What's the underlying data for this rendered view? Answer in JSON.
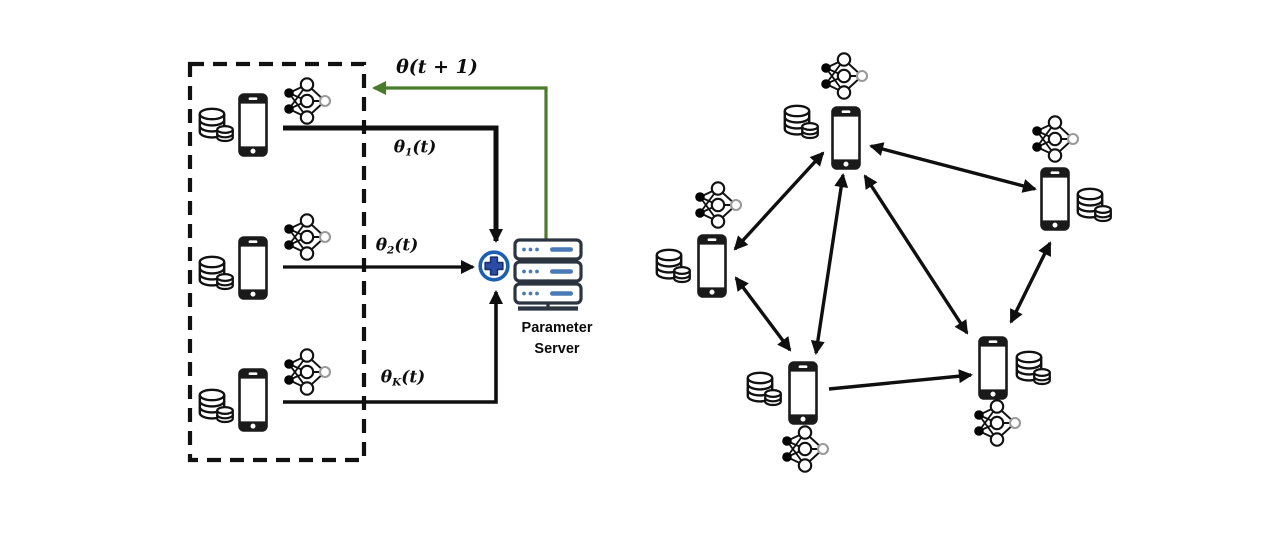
{
  "left_panel": {
    "type": "centralized-federated-learning",
    "boundary": "dashed box around client devices",
    "feedback_label": "θ(t + 1)",
    "clients": [
      {
        "id": "client-1",
        "theta": "θ",
        "sub": "1",
        "args": "(t)"
      },
      {
        "id": "client-2",
        "theta": "θ",
        "sub": "2",
        "args": "(t)"
      },
      {
        "id": "client-K",
        "theta": "θ",
        "sub": "K",
        "args": "(t)"
      }
    ],
    "server_label": {
      "line1": "Parameter",
      "line2": "Server"
    },
    "aggregator": "plus-sum"
  },
  "right_panel": {
    "type": "decentralized-peer-to-peer",
    "nodes": [
      {
        "id": "top"
      },
      {
        "id": "right"
      },
      {
        "id": "left"
      },
      {
        "id": "bottom-left"
      },
      {
        "id": "bottom-right"
      }
    ],
    "edges": [
      {
        "from": "left",
        "to": "top",
        "bidirectional": true
      },
      {
        "from": "top",
        "to": "right",
        "bidirectional": true
      },
      {
        "from": "top",
        "to": "bottom-left",
        "bidirectional": true
      },
      {
        "from": "top",
        "to": "bottom-right",
        "bidirectional": true
      },
      {
        "from": "left",
        "to": "bottom-left",
        "bidirectional": true
      },
      {
        "from": "bottom-left",
        "to": "bottom-right",
        "bidirectional": false
      },
      {
        "from": "bottom-right",
        "to": "right",
        "bidirectional": true
      }
    ]
  },
  "icons": {
    "phone": "smartphone-icon",
    "database": "database-icon",
    "model": "neural-network-icon",
    "server": "server-rack-icon",
    "aggregator": "plus-aggregation-icon"
  },
  "colors": {
    "arrow_black": "#0f0f0f",
    "feedback_green": "#4a7c2c",
    "aggregator_ring": "#1b5fb3",
    "aggregator_plus": "#2b4da5",
    "server_accent": "#4a7ab5",
    "server_outline": "#2b3440"
  }
}
